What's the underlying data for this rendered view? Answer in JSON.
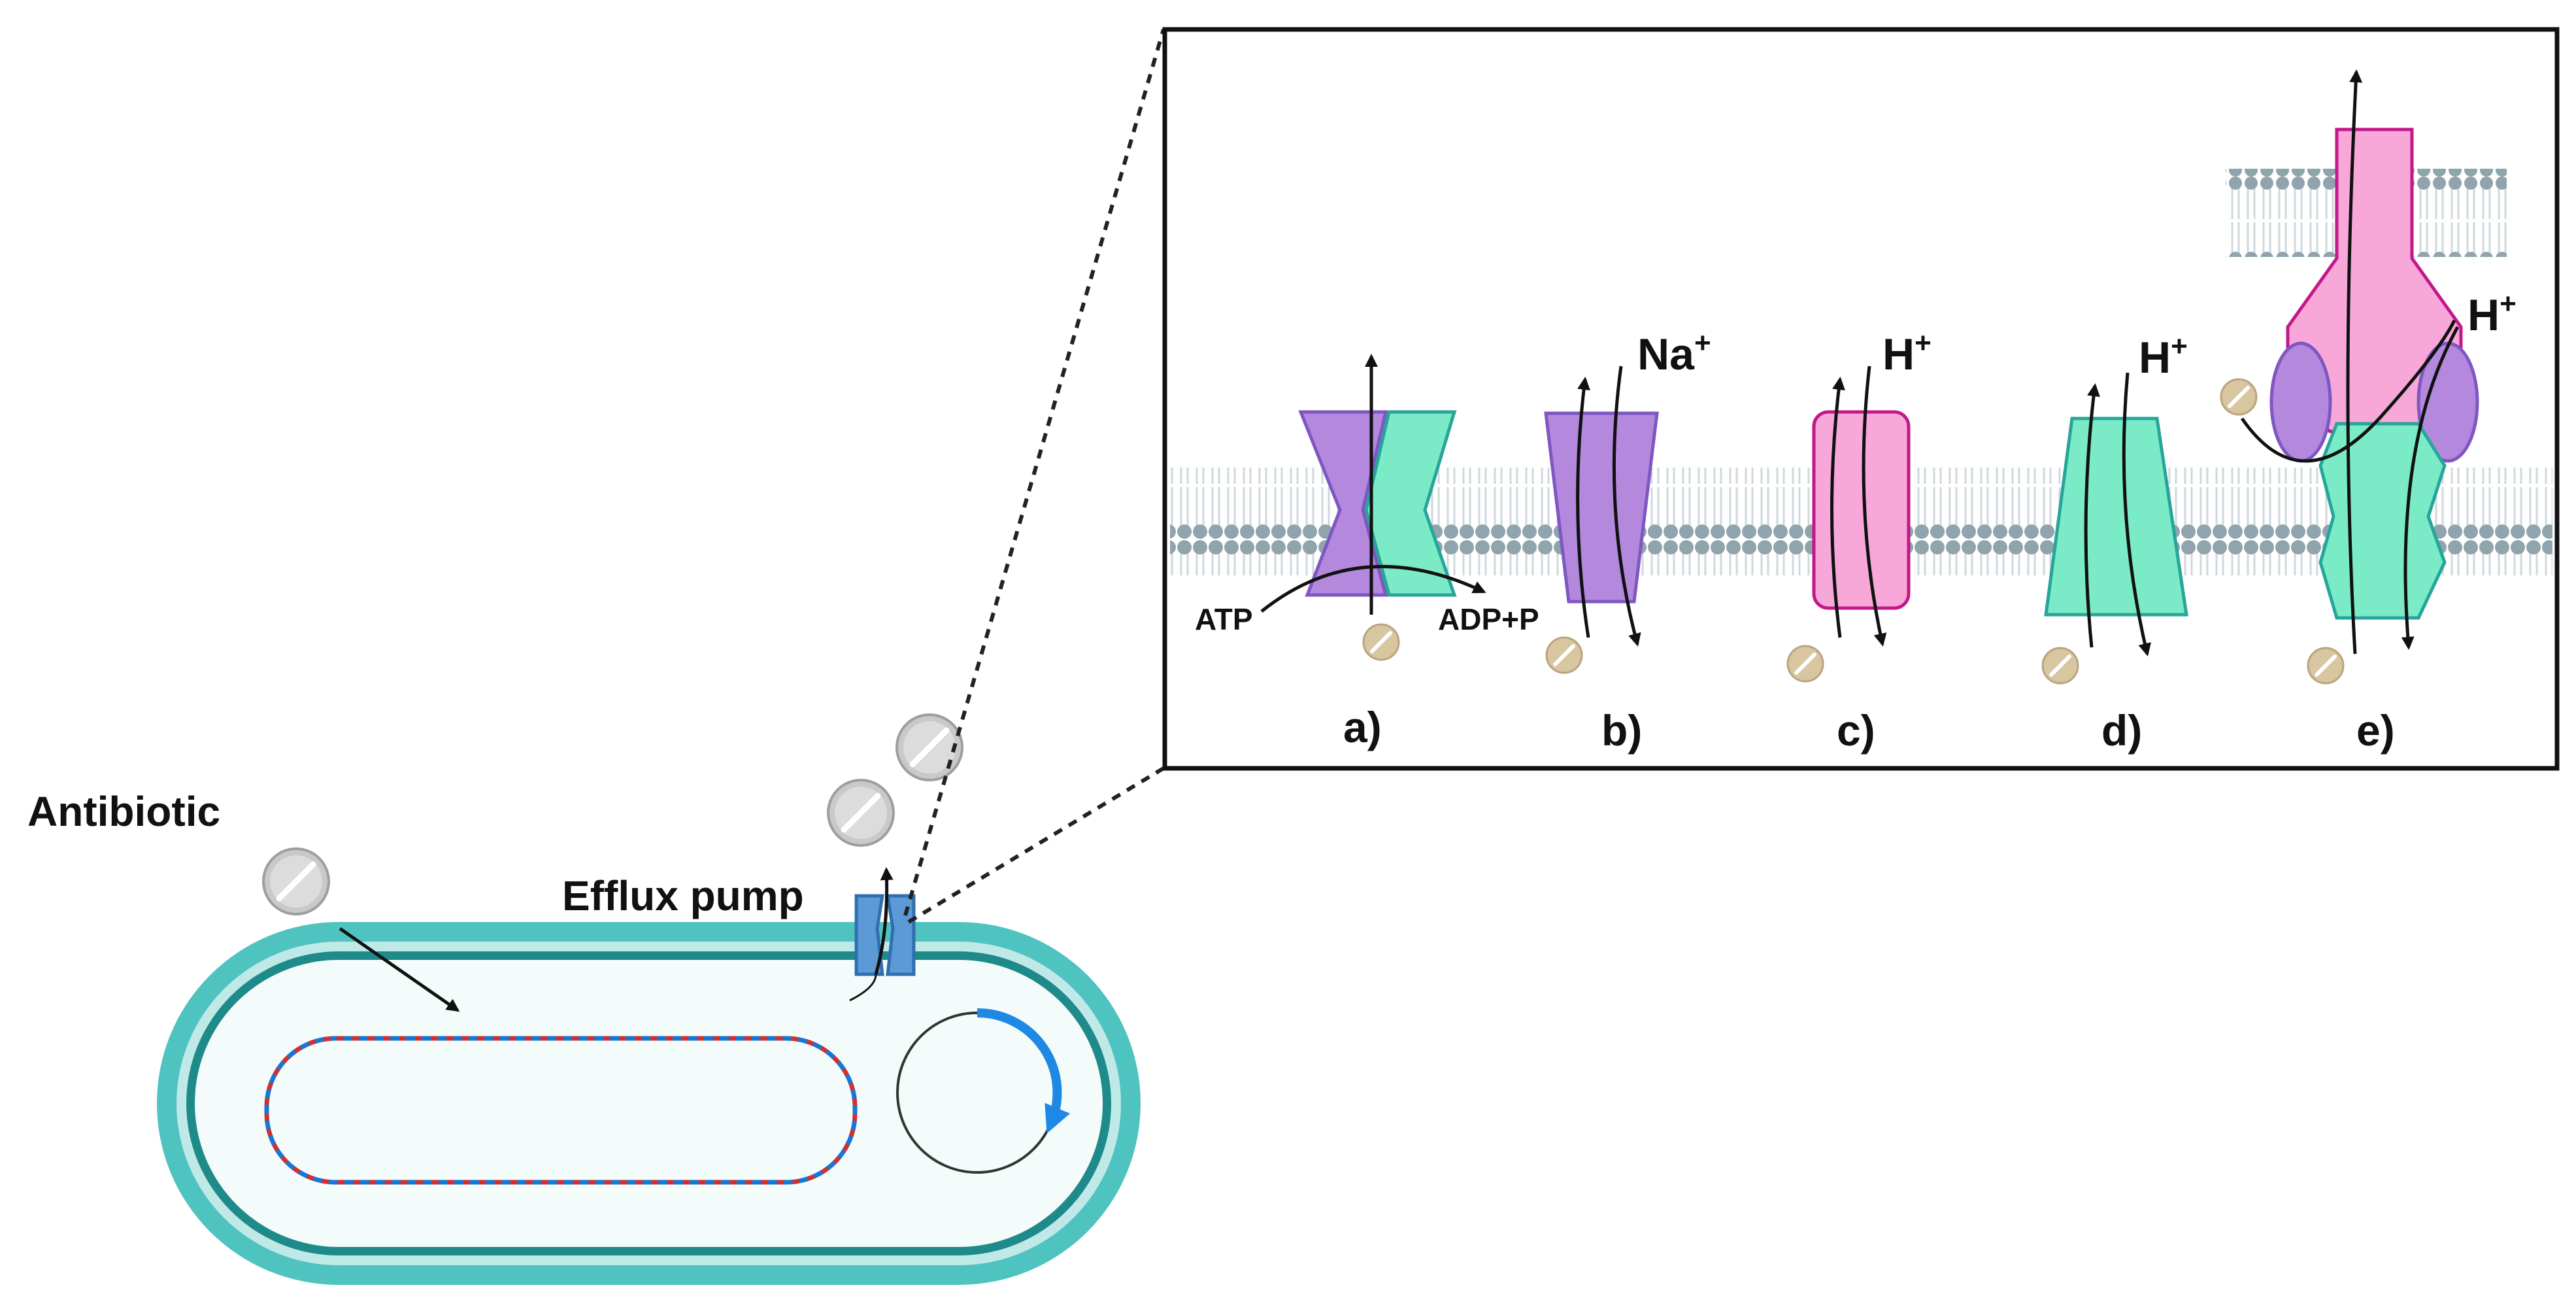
{
  "labels": {
    "antibiotic": "Antibiotic",
    "efflux_pump": "Efflux pump"
  },
  "inset": {
    "atp": "ATP",
    "adp": "ADP+P",
    "ion_na": "Na",
    "ion_h_c": "H",
    "ion_h_d": "H",
    "ion_h_e": "H",
    "ion_charge": "+",
    "panels": [
      "a)",
      "b)",
      "c)",
      "d)",
      "e)"
    ]
  },
  "colors": {
    "cell_wall": "#4fc3c0",
    "cell_inner_ring": "#1e8a8a",
    "cytoplasm": "#f4fbfb",
    "membrane_head": "#90a4ae",
    "membrane_tail": "#cfd8dc",
    "transporter_purple": "#b388dd",
    "transporter_green": "#7beac6",
    "transporter_pink": "#f7a8d8",
    "pump_blue": "#5b9ad6",
    "plasmid_arrow": "#1e88e5",
    "dna_red": "#d32f2f",
    "dna_blue": "#1976d2",
    "pill_gray": "#c9c9c9",
    "pill_tan": "#d8c6a0"
  }
}
